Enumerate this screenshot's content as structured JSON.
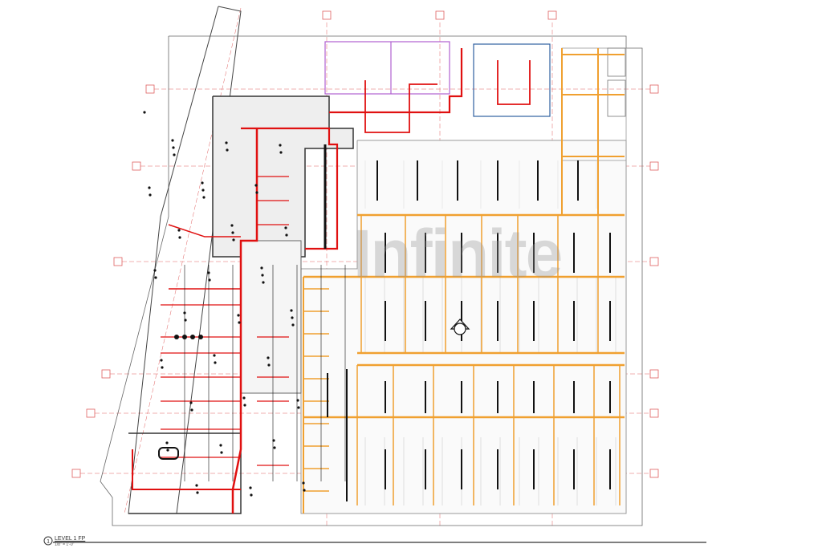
{
  "drawing": {
    "title": "LEVEL 1 FP",
    "scale": "1/8\" = 1'-0\"",
    "number": "1",
    "watermark": "Infinite"
  },
  "colors": {
    "walls": "#555555",
    "gridlines": "#e06060",
    "sprinkler_main_red": "#e01010",
    "branch_orange": "#f0a030",
    "heads_black": "#111111",
    "zone_purple": "#b060d0",
    "zone_blue": "#3060a0"
  }
}
